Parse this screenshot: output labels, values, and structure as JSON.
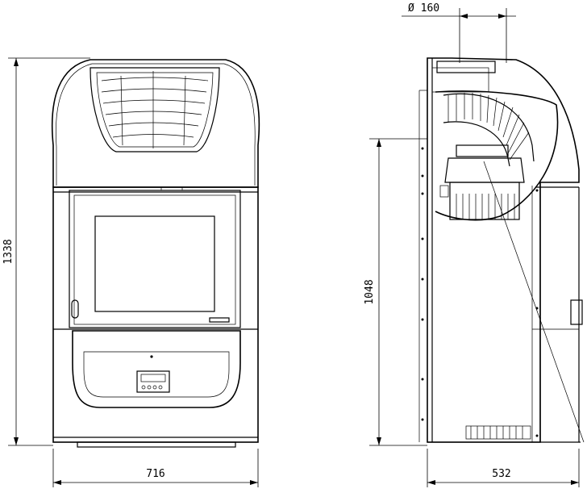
{
  "drawing": {
    "front_view": {
      "width_label": "716",
      "height_label": "1338"
    },
    "side_view": {
      "depth_label": "532",
      "height_label": "1048",
      "flue_diameter_label": "Ø  160"
    }
  }
}
